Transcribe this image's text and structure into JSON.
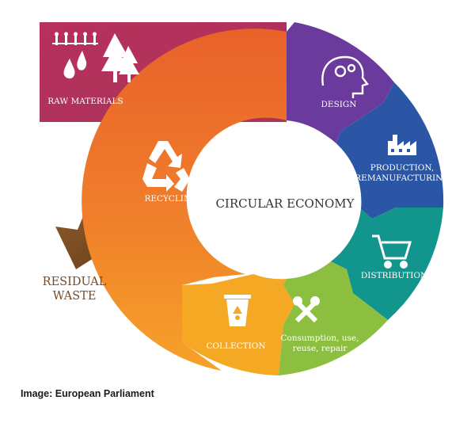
{
  "center_label": "CIRCULAR ECONOMY",
  "segments": {
    "raw_materials": {
      "label": "RAW MATERIALS",
      "color": "#b4345a"
    },
    "design": {
      "label": "DESIGN",
      "color": "#6a3b9c"
    },
    "production": {
      "label_line1": "PRODUCTION,",
      "label_line2": "REMANUFACTURING",
      "color": "#2b55a5"
    },
    "distribution": {
      "label": "DISTRIBUTION",
      "color": "#12958d"
    },
    "consumption": {
      "label_line1": "Consumption, use,",
      "label_line2": "reuse, repair",
      "color": "#8cbf3f"
    },
    "collection": {
      "label": "COLLECTION",
      "color": "#f4a824"
    },
    "recycling": {
      "label": "RECYCLING",
      "color": "#ee7a2a"
    }
  },
  "residual_waste": {
    "line1": "RESIDUAL",
    "line2": "WASTE",
    "color": "#7a4a22"
  },
  "credit": "Image: European Parliament"
}
